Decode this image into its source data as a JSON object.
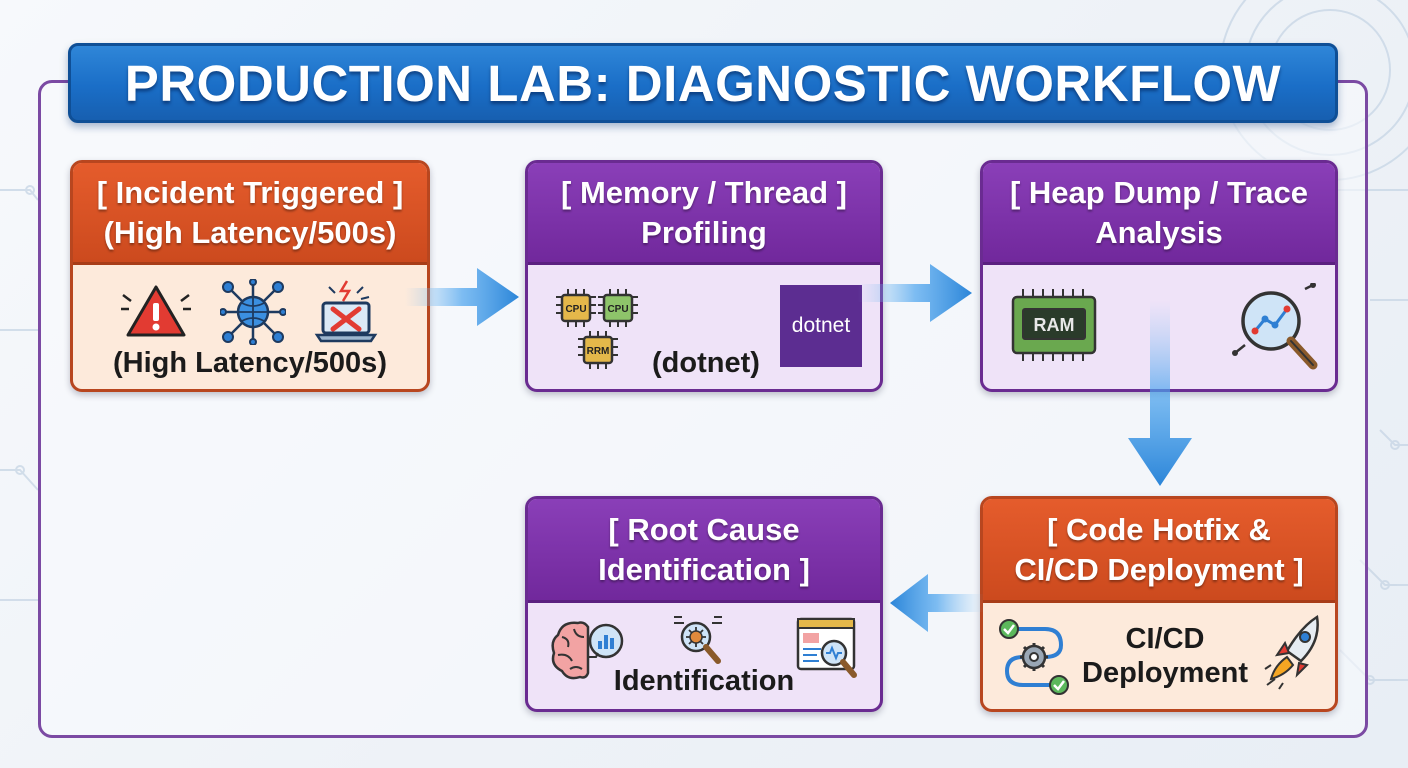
{
  "title": "PRODUCTION LAB: DIAGNOSTIC WORKFLOW",
  "colors": {
    "title_blue": "#1a6ec7",
    "red_header": "#d9522a",
    "purple_header": "#7a31a6",
    "arrow_blue": "#3a96e8",
    "frame_purple": "#7b4aa3"
  },
  "steps": [
    {
      "id": "incident",
      "header_line1": "[ Incident Triggered ]",
      "header_line2": "(High Latency/500s)",
      "body_text": "(High Latency/500s)",
      "icons": [
        "warning-icon",
        "network-globe-icon",
        "broken-laptop-icon"
      ]
    },
    {
      "id": "profiling",
      "header_line1": "[ Memory / Thread ]",
      "header_line2": "Profiling",
      "body_text": "(dotnet)",
      "logo_text": "dotnet",
      "chip_labels": [
        "CPU",
        "CPU",
        "RRM"
      ],
      "icons": [
        "cpu-chips-icon",
        "dotnet-logo"
      ]
    },
    {
      "id": "analysis",
      "header_line1": "[ Heap Dump / Trace",
      "header_line2": "Analysis",
      "ram_label": "RAM",
      "icons": [
        "ram-module-icon",
        "magnifier-chart-icon"
      ]
    },
    {
      "id": "hotfix",
      "header_line1": "[ Code Hotfix &",
      "header_line2": "CI/CD Deployment ]",
      "body_line1": "CI/CD",
      "body_line2": "Deployment",
      "icons": [
        "pipeline-gear-icon",
        "rocket-icon"
      ]
    },
    {
      "id": "rootcause",
      "header_line1": "[ Root Cause",
      "header_line2": "Identification ]",
      "body_text": "Identification",
      "icons": [
        "brain-analytics-icon",
        "bug-search-icon",
        "dashboard-search-icon"
      ]
    }
  ],
  "flow": [
    "incident",
    "profiling",
    "analysis",
    "hotfix",
    "rootcause"
  ]
}
